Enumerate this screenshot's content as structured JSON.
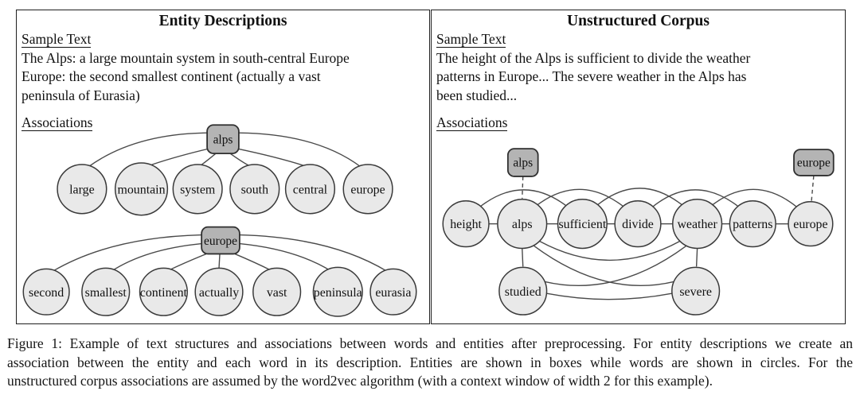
{
  "figure": {
    "left_panel": {
      "title": "Entity Descriptions",
      "sample_heading": "Sample Text",
      "sample_lines": [
        "The Alps: a large mountain system in south-central Europe",
        "Europe: the second smallest continent (actually a vast",
        "peninsula of Eurasia)"
      ],
      "associations_heading": "Associations",
      "graph_alps": {
        "entity": "alps",
        "words": [
          "large",
          "mountain",
          "system",
          "south",
          "central",
          "europe"
        ]
      },
      "graph_europe": {
        "entity": "europe",
        "words": [
          "second",
          "smallest",
          "continent",
          "actually",
          "vast",
          "peninsula",
          "eurasia"
        ]
      }
    },
    "right_panel": {
      "title": "Unstructured Corpus",
      "sample_heading": "Sample Text",
      "sample_lines": [
        "The height of the Alps is sufficient to divide the weather",
        "patterns in Europe... The severe weather in the Alps has",
        "been studied..."
      ],
      "associations_heading": "Associations",
      "graph": {
        "entities": [
          "alps",
          "europe"
        ],
        "words_row": [
          "height",
          "alps",
          "sufficient",
          "divide",
          "weather",
          "patterns",
          "europe"
        ],
        "words_below": [
          "studied",
          "severe"
        ]
      }
    },
    "caption_lines": [
      "Figure 1: Example of text structures and associations between words and entities after preprocessing. For entity descriptions we create an",
      "association between the entity and each word in its description. Entities are shown in boxes while words are shown in circles. For the",
      "unstructured corpus associations are assumed by the word2vec algorithm (with a context window of width 2 for this example)."
    ]
  },
  "colors": {
    "entity_box_fill": "#b4b4b4",
    "word_circle_fill": "#e9e9e9",
    "node_border": "#2f2f2f",
    "edge": "#4a4a4a",
    "panel_border": "#1f1f1f",
    "text": "#111111"
  }
}
